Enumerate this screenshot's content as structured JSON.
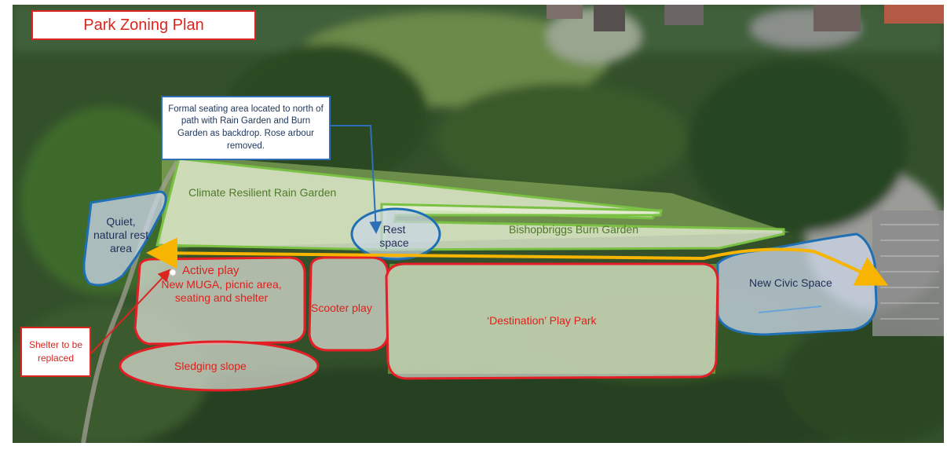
{
  "title": "Park Zoning Plan",
  "callouts": {
    "seating": "Formal seating area located to north of path with Rain Garden and Burn Garden as backdrop. Rose arbour removed.",
    "shelter": "Shelter to be replaced"
  },
  "zones": {
    "rain_garden": "Climate Resilient Rain Garden",
    "burn_garden": "Bishopbriggs Burn Garden",
    "quiet_rest": "Quiet, natural rest area",
    "rest_space": "Rest space",
    "active_play_title": "Active play",
    "active_play_detail": "New MUGA, picnic area, seating and shelter",
    "scooter_play": "Scooter play",
    "play_park": "‘Destination’ Play Park",
    "sledging_slope": "Sledging slope",
    "civic_space": "New Civic Space"
  },
  "colors": {
    "green_zone": "#7ac143",
    "red_zone": "#e31e24",
    "blue_zone": "#1f6fb4",
    "path_arrow": "#f7b400",
    "title_border": "#d9261f"
  },
  "icons": {
    "path_arrow": "double-headed-arrow",
    "pointer_arrow": "arrow"
  }
}
